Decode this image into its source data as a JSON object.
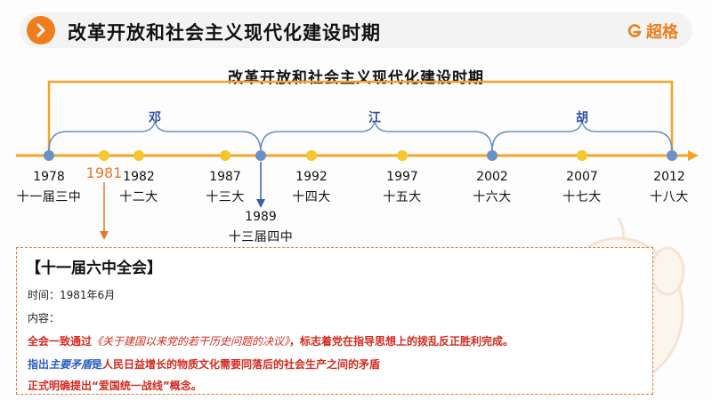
{
  "header": {
    "title": "改革开放和社会主义现代化建设时期",
    "brand": "超格",
    "accent_color": "#f07d1c"
  },
  "timeline": {
    "title": "改革开放和社会主义现代化建设时期",
    "periods": [
      "邓",
      "江",
      "胡"
    ],
    "events": [
      {
        "year": "1978",
        "session": "十一届三中"
      },
      {
        "year": "1981",
        "session": ""
      },
      {
        "year": "1982",
        "session": "十二大"
      },
      {
        "year": "1987",
        "session": "十三大"
      },
      {
        "year": "1989",
        "session": "十三届四中"
      },
      {
        "year": "1992",
        "session": "十四大"
      },
      {
        "year": "1997",
        "session": "十五大"
      },
      {
        "year": "2002",
        "session": "十六大"
      },
      {
        "year": "2007",
        "session": "十七大"
      },
      {
        "year": "2012",
        "session": "十八大"
      }
    ]
  },
  "info": {
    "title": "【十一届六中全会】",
    "time_label": "时间：",
    "time_value": "1981年6月",
    "content_label": "内容：",
    "line1_prefix": "全会一致通过",
    "line1_doc": "《关于建国以来党的若干历史问题的决议》",
    "line1_suffix": "，标志着党在指导思想上的拨乱反正胜利完成。",
    "line2_prefix": "指出",
    "line2_key": "主要矛盾",
    "line2_is": "是",
    "line2_body": "人民日益增长的物质文化需要同落后的社会生产之间的矛盾",
    "line3": "正式明确提出“爱国统一战线”概念。"
  }
}
